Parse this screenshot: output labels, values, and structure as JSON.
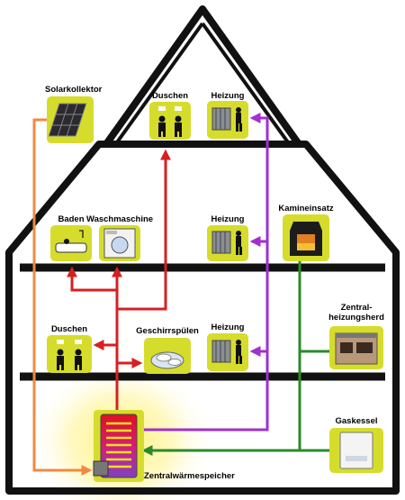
{
  "labels": {
    "solar": "Solarkollektor",
    "dusch_top": "Duschen",
    "heiz_top": "Heizung",
    "baden": "Baden",
    "wasch": "Waschmaschine",
    "heiz_mid": "Heizung",
    "kamin": "Kamineinsatz",
    "dusch_low": "Duschen",
    "geschirr": "Geschirrspülen",
    "heiz_low": "Heizung",
    "zentral": "Zentral-\nheizungsherd",
    "gas": "Gaskessel",
    "speicher": "Zentralwärmespeicher"
  },
  "icons": {
    "solar": "solar-panel-icon",
    "shower": "shower-icon",
    "radiator": "radiator-icon",
    "bathtub": "bathtub-icon",
    "washer": "washing-machine-icon",
    "fireplace": "fireplace-icon",
    "dishes": "dishwashing-icon",
    "stove": "stove-icon",
    "boiler": "gas-boiler-icon",
    "tank": "storage-tank-icon"
  },
  "colors": {
    "house_outline": "#111111",
    "icon_box": "#d6dc2c",
    "hot_water": "#d62020",
    "heating": "#a030d0",
    "wood_heat": "#2a8a2a",
    "gas_heat": "#2a8a2a",
    "solar_line": "#f08a40"
  }
}
